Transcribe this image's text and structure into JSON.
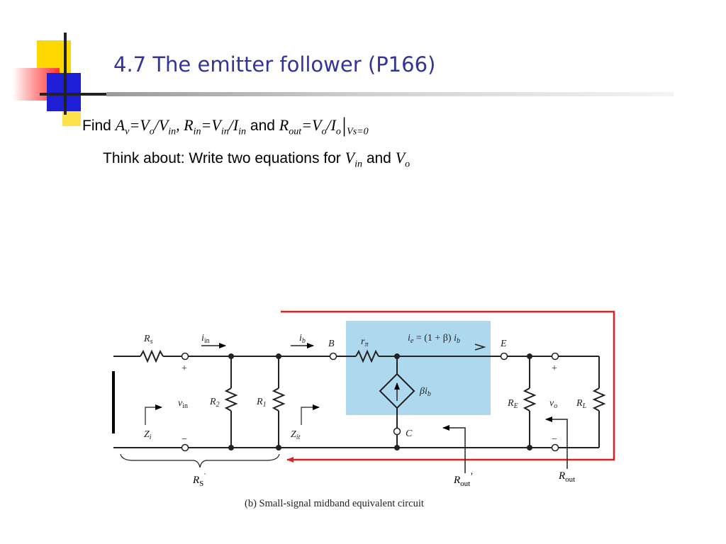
{
  "slide": {
    "title": "4.7 The emitter follower (P166)",
    "find_word": "Find",
    "and_word": "and",
    "av_var": "A",
    "av_sub": "v",
    "eq": "=",
    "vo_var": "V",
    "vo_sub": "o",
    "slash": "/",
    "vin_var": "V",
    "vin_sub": "in",
    "comma": ",",
    "rin_var": "R",
    "rin_sub": "in",
    "iin_var": "I",
    "iin_sub": "in",
    "rout_var": "R",
    "rout_sub": "out",
    "io_var": "I",
    "io_sub": "o",
    "bar": "|",
    "cond_sub": "Vs=0",
    "think_text": "Think about: Write two equations for",
    "colors": {
      "title": "#333399",
      "highlight_box": "#add8ee",
      "red_line": "#e02020"
    }
  },
  "circuit": {
    "labels": {
      "Rs": "R",
      "Rs_sub": "s",
      "iin": "i",
      "iin_sub": "in",
      "ib": "i",
      "ib_sub": "b",
      "B": "B",
      "rpi": "r",
      "rpi_sub": "π",
      "ie_eq": "i",
      "ie_eq_sub": "e",
      "ie_eq_rest": " = (1 + β) ",
      "ie_eq_i": "i",
      "ie_eq_isub": "b",
      "E": "E",
      "plus": "+",
      "minus": "−",
      "vin": "v",
      "vin_sub": "in",
      "R2": "R",
      "R2_sub": "2",
      "R1": "R",
      "R1_sub": "1",
      "beta_ib": "βi",
      "beta_ib_sub": "b",
      "C": "C",
      "RE": "R",
      "RE_sub": "E",
      "vo": "v",
      "vo_sub": "o",
      "RL": "R",
      "RL_sub": "L",
      "Zi": "Z",
      "Zi_sub": "i",
      "Zit": "Z",
      "Zit_sub": "it",
      "RS": "R",
      "RS_sub": "S",
      "RS_mark": "`",
      "Rout_p": "R",
      "Rout_p_sub": "out",
      "Rout_p_mark": "’",
      "Rout": "R",
      "Rout_sub": "out",
      "caption": "(b) Small-signal midband equivalent circuit"
    }
  }
}
